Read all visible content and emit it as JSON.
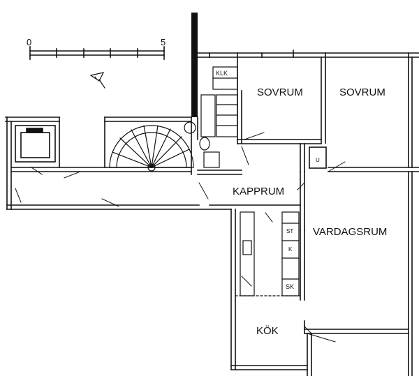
{
  "scale": {
    "start": "0",
    "end": "5"
  },
  "rooms": {
    "sovrum_1": "SOVRUM",
    "sovrum_2": "SOVRUM",
    "kapprum": "KAPPRUM",
    "vardagsrum": "VARDAGSRUM",
    "kok": "KÖK"
  },
  "fixtures": {
    "klk": "KLK",
    "st": "ST",
    "sk": "SK",
    "k": "K",
    "small_mark": "U"
  },
  "icons": {
    "north": "north-arrow-icon"
  },
  "colors": {
    "ink": "#111111",
    "paper": "#ffffff",
    "wall": "#1a1a1a"
  }
}
